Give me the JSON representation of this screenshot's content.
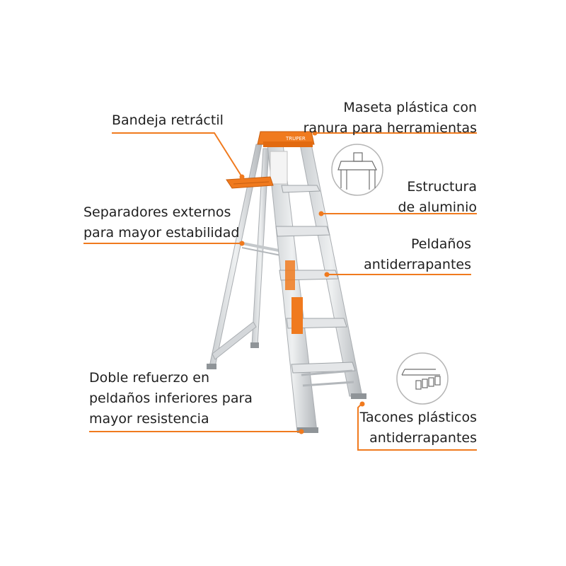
{
  "colors": {
    "accent": "#f07a1e",
    "text": "#1f1f1f",
    "aluminum_light": "#dfe2e4",
    "aluminum_dark": "#a9adb1",
    "background": "#ffffff"
  },
  "product": {
    "brand_mark": "TRUPER"
  },
  "callouts": {
    "bandeja": {
      "lines": [
        "Bandeja retráctil"
      ]
    },
    "maseta": {
      "lines": [
        "Maseta plástica con",
        "ranura para herramientas"
      ]
    },
    "estructura": {
      "lines": [
        "Estructura",
        "de aluminio"
      ]
    },
    "separadores": {
      "lines": [
        "Separadores externos",
        "para mayor estabilidad"
      ]
    },
    "peldanos": {
      "lines": [
        "Peldaños",
        "antiderrapantes"
      ]
    },
    "doble": {
      "lines": [
        "Doble refuerzo en",
        "peldaños inferiores para",
        "mayor resistencia"
      ]
    },
    "tacones": {
      "lines": [
        "Tacones plásticos",
        "antiderrapantes"
      ]
    }
  },
  "icons": {
    "top_cap": "ladder-top-cap-icon",
    "feet": "plastic-feet-icon"
  }
}
